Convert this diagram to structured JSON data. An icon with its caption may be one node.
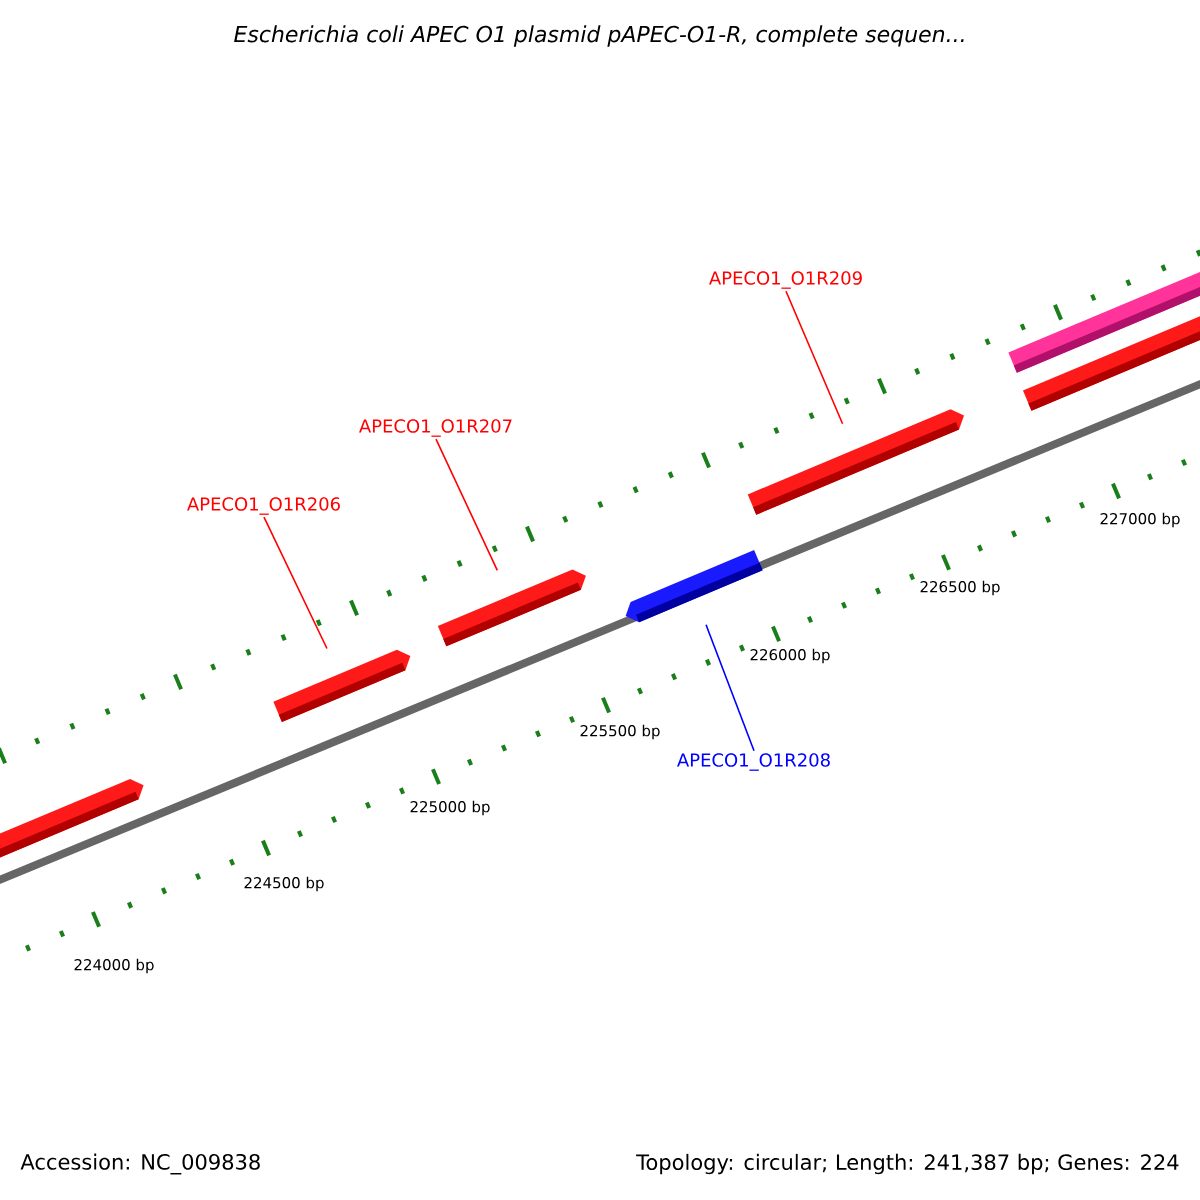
{
  "diagram": {
    "title": "Escherichia coli APEC O1 plasmid pAPEC-O1-R, complete sequen...",
    "nodes": [
      {
        "text": [
          "APECO1_O1R209"
        ]
      },
      {
        "text": [
          "APECO1_O1R207"
        ]
      },
      {
        "text": [
          "APECO1_O1R206"
        ]
      },
      {
        "text": [
          "APECO1_O1R208"
        ]
      },
      {
        "text": [],
        "shape": "bar"
      },
      {
        "text": [],
        "shape": "bar"
      },
      {
        "text": [],
        "shape": "bar"
      },
      {
        "text": [],
        "shape": "bar"
      },
      {
        "text": [],
        "shape": "bar"
      },
      {
        "text": [],
        "shape": "bar"
      },
      {
        "text": [],
        "shape": "bar"
      }
    ],
    "edges": [
      {
        "from": 2,
        "to": 5,
        "arrow": "none"
      },
      {
        "from": 1,
        "to": 6,
        "arrow": "none"
      },
      {
        "from": 3,
        "to": 7,
        "arrow": "none",
        "color": "#0000ff"
      },
      {
        "from": 0,
        "to": 8,
        "arrow": "none"
      }
    ],
    "labels": [
      "227000 bp",
      "226500 bp",
      "226000 bp",
      "225500 bp",
      "225000 bp",
      "224500 bp",
      "224000 bp",
      "Accession: NC_009838",
      "Topology: circular; Length: 241,387 bp; Genes: 224"
    ]
  }
}
